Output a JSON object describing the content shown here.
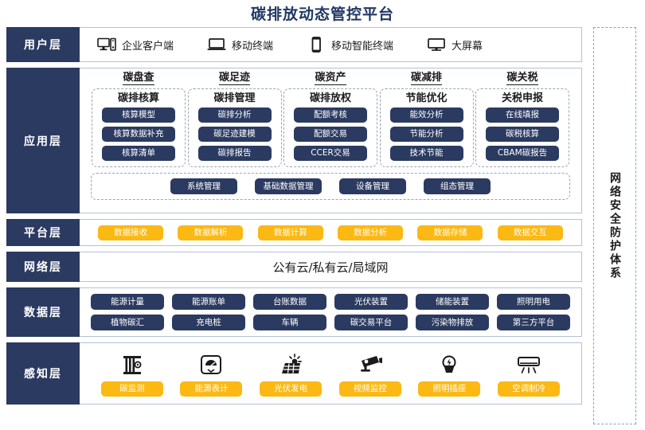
{
  "title": "碳排放动态管控平台",
  "security_bar": {
    "label": "网络安全防护体系"
  },
  "layers": {
    "user": {
      "label": "用户层",
      "items": [
        {
          "icon": "desktop-tower-icon",
          "label": "企业客户端"
        },
        {
          "icon": "laptop-icon",
          "label": "移动终端"
        },
        {
          "icon": "smartphone-icon",
          "label": "移动智能终端"
        },
        {
          "icon": "monitor-icon",
          "label": "大屏幕"
        }
      ]
    },
    "application": {
      "label": "应用层",
      "groups": [
        {
          "title": "碳盘查",
          "subtitle": "碳排核算",
          "items": [
            "核算模型",
            "核算数据补充",
            "核算清单"
          ]
        },
        {
          "title": "碳足迹",
          "subtitle": "碳排管理",
          "items": [
            "碳排分析",
            "碳足迹建模",
            "碳排报告"
          ]
        },
        {
          "title": "碳资产",
          "subtitle": "碳排放权",
          "items": [
            "配额考核",
            "配额交易",
            "CCER交易"
          ]
        },
        {
          "title": "碳减排",
          "subtitle": "节能优化",
          "items": [
            "能效分析",
            "节能分析",
            "技术节能"
          ]
        },
        {
          "title": "碳关税",
          "subtitle": "关税申报",
          "items": [
            "在线填报",
            "碳税核算",
            "CBAM碳报告"
          ]
        }
      ],
      "management": [
        "系统管理",
        "基础数据管理",
        "设备管理",
        "组态管理"
      ]
    },
    "platform": {
      "label": "平台层",
      "items": [
        "数据接收",
        "数据解析",
        "数据计算",
        "数据分析",
        "数据存储",
        "数据交互"
      ]
    },
    "network": {
      "label": "网络层",
      "text": "公有云/私有云/局域网"
    },
    "data": {
      "label": "数据层",
      "row1": [
        "能源计量",
        "能源账单",
        "台账数据",
        "光伏装置",
        "储能装置",
        "照明用电"
      ],
      "row2": [
        "植物碳汇",
        "充电桩",
        "车辆",
        "碳交易平台",
        "污染物排放",
        "第三方平台"
      ]
    },
    "perception": {
      "label": "感知层",
      "items": [
        {
          "icon": "carbon-sensor-icon",
          "label": "碳监测"
        },
        {
          "icon": "energy-meter-icon",
          "label": "能源表计"
        },
        {
          "icon": "solar-panel-icon",
          "label": "光伏发电"
        },
        {
          "icon": "cctv-camera-icon",
          "label": "视频监控"
        },
        {
          "icon": "light-bulb-icon",
          "label": "照明插座"
        },
        {
          "icon": "air-conditioner-icon",
          "label": "空调制冷"
        }
      ]
    }
  },
  "colors": {
    "navy": "#2b3a60",
    "yellow": "#fcb813",
    "title": "#203864",
    "border": "#b4c0d8",
    "dashed": "#9aa4bb"
  }
}
